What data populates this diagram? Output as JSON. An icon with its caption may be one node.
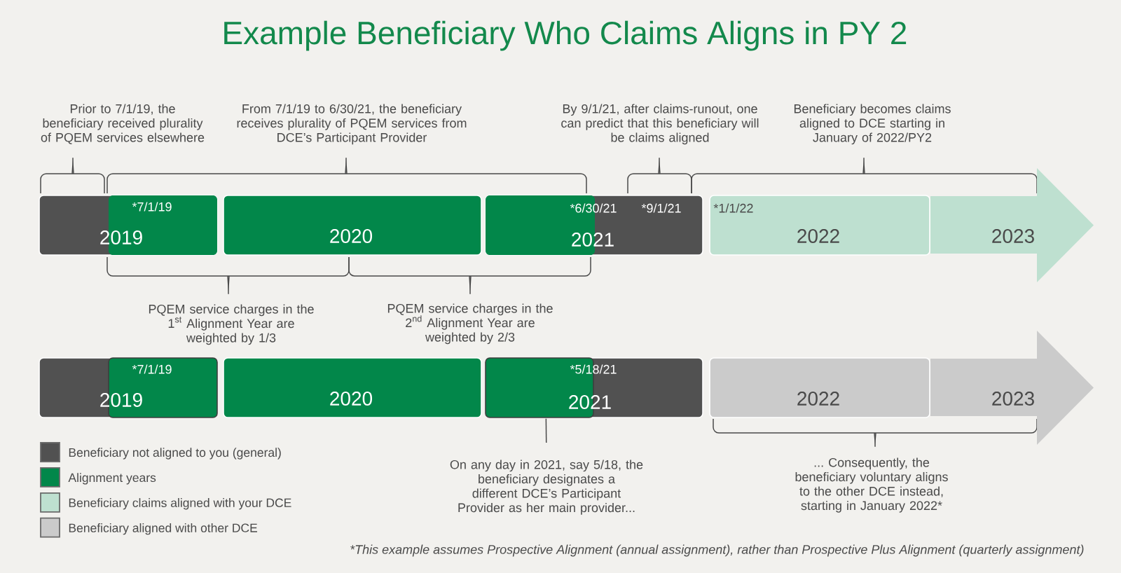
{
  "diagram": {
    "title": "Example Beneficiary Who Claims Aligns in PY 2",
    "nodes": [
      {
        "text": [],
        "shape": "box"
      },
      {
        "text": [
          "*7/1/19",
          "2019"
        ],
        "in": 0
      },
      {
        "text": [
          "2020"
        ]
      },
      {
        "text": [
          "*9/1/21"
        ]
      },
      {
        "text": [
          "*6/30/21",
          "2021"
        ],
        "in": 3
      },
      {
        "text": [
          "*1/1/22",
          "2022"
        ]
      },
      {
        "text": [
          "2023"
        ]
      },
      {
        "text": [],
        "shape": "box"
      },
      {
        "text": [
          "*7/1/19",
          "2019"
        ],
        "in": 7
      },
      {
        "text": [
          "2020"
        ]
      },
      {
        "text": [],
        "shape": "box"
      },
      {
        "text": [
          "*5/18/21",
          "2021"
        ],
        "in": 10
      },
      {
        "text": [
          "2022"
        ]
      },
      {
        "text": [
          "2023"
        ]
      },
      {
        "text": [
          "On any day in 2021, say 5/18, the beneficiary designates a different DCE’s Participant Provider as her main provider..."
        ]
      }
    ],
    "edges": [
      {
        "from": 14,
        "to": 11,
        "arrow": "none"
      }
    ],
    "labels": [
      "Prior to 7/1/19, the beneficiary received plurality of PQEM services elsewhere",
      "From 7/1/19 to 6/30/21, the beneficiary receives plurality of PQEM services from DCE’s Participant Provider",
      "By 9/1/21, after claims-runout, one can predict that this beneficiary will be claims aligned",
      "Beneficiary becomes claims aligned to DCE starting in January of 2022/PY2",
      "PQEM service charges in the 1$^{st}$ Alignment Year are weighted by 1/3",
      "PQEM service charges in the 2$^{nd}$ Alignment Year are weighted by 2/3",
      "... Consequently, the beneficiary voluntary aligns to the other DCE instead, starting in January 2022*",
      "*This example assumes Prospective Alignment (annual assignment), rather than Prospective Plus Alignment (quarterly assignment)"
    ],
    "legend": [
      {
        "text": "Beneficiary not aligned to you (general)",
        "color": "#515151"
      },
      {
        "text": "Alignment years",
        "color": "#02874A"
      },
      {
        "text": "Beneficiary claims aligned with your DCE",
        "color": "#BEE0D0"
      },
      {
        "text": "Beneficiary aligned with other DCE",
        "color": "#CBCBCB"
      }
    ]
  }
}
